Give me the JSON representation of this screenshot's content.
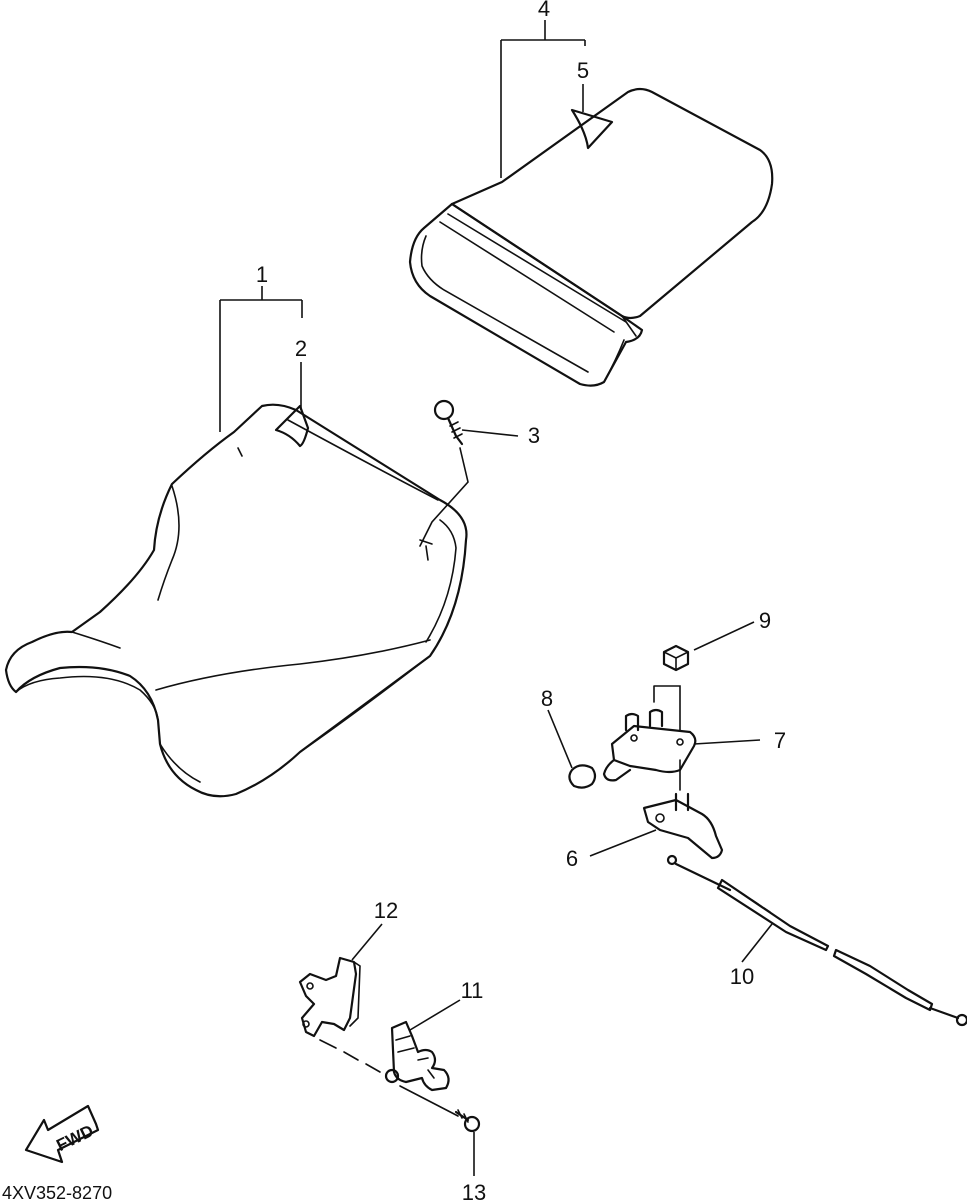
{
  "diagram": {
    "drawing_code": "4XV352-8270",
    "direction_arrow": "FWD",
    "callouts": {
      "c1": "1",
      "c2": "2",
      "c3": "3",
      "c4": "4",
      "c5": "5",
      "c6": "6",
      "c7": "7",
      "c8": "8",
      "c9": "9",
      "c10": "10",
      "c11": "11",
      "c12": "12",
      "c13": "13"
    },
    "icons": [
      "fwd-arrow-icon"
    ]
  }
}
